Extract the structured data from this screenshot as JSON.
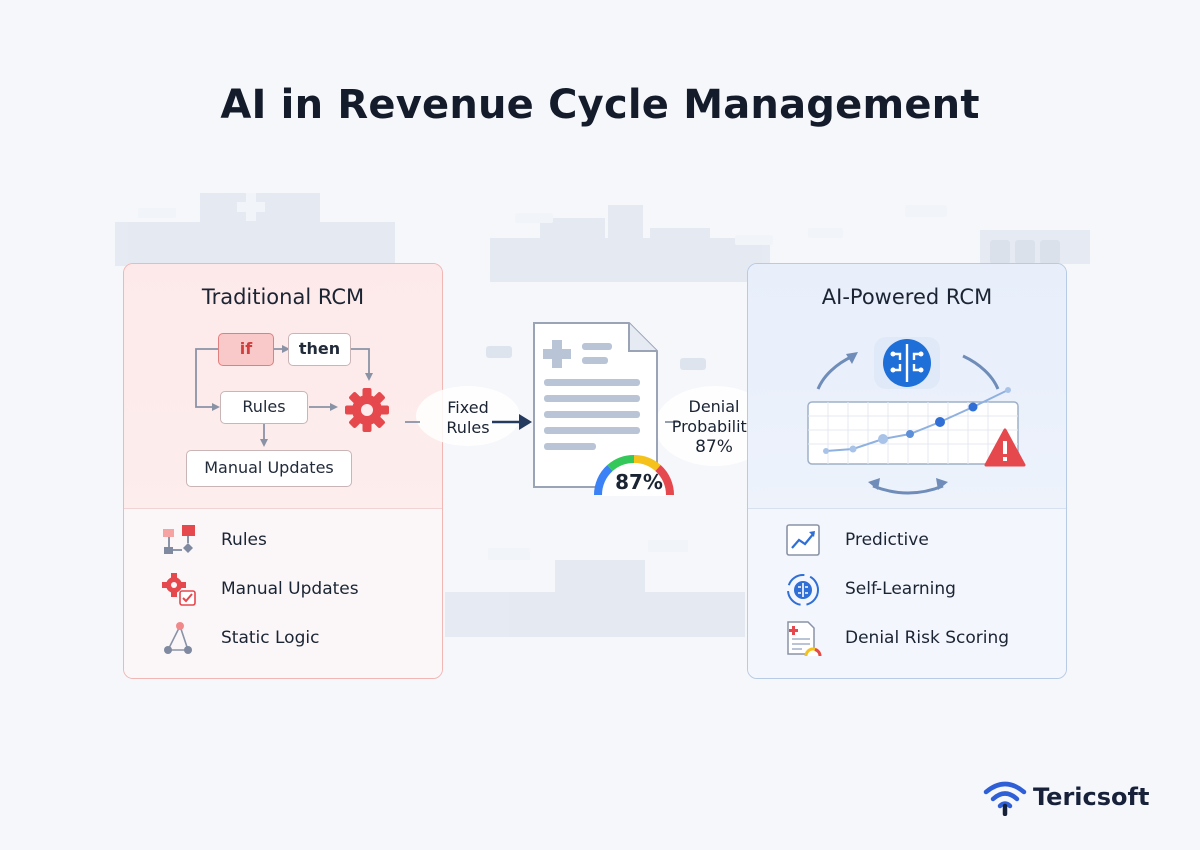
{
  "title": "AI in Revenue Cycle Management",
  "left_panel": {
    "heading": "Traditional RCM",
    "diagram": {
      "if_label": "if",
      "then_label": "then",
      "rules_label": "Rules",
      "manual_label": "Manual Updates"
    },
    "features": [
      {
        "label": "Rules",
        "icon": "flowchart-icon"
      },
      {
        "label": "Manual Updates",
        "icon": "gear-check-icon"
      },
      {
        "label": "Static Logic",
        "icon": "network-nodes-icon"
      }
    ]
  },
  "center": {
    "left_flow_label_1": "Fixed",
    "left_flow_label_2": "Rules",
    "gauge_value": "87%",
    "right_flow_label_1": "Denial",
    "right_flow_label_2": "Probability",
    "right_flow_label_3": "87%"
  },
  "right_panel": {
    "heading": "AI-Powered RCM",
    "features": [
      {
        "label": "Predictive",
        "icon": "trend-chart-icon"
      },
      {
        "label": "Self-Learning",
        "icon": "brain-cycle-icon"
      },
      {
        "label": "Denial Risk Scoring",
        "icon": "document-gauge-icon"
      }
    ]
  },
  "brand": {
    "name": "Tericsoft",
    "icon": "wifi-logo-icon"
  },
  "colors": {
    "accent_red": "#e5484d",
    "accent_blue": "#2f6fd6",
    "dark_text": "#141c2b"
  }
}
